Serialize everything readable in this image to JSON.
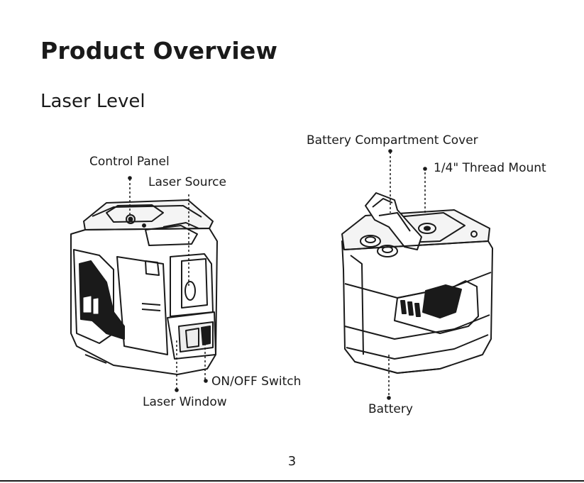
{
  "page": {
    "title": "Product Overview",
    "subtitle": "Laser Level",
    "page_number": "3"
  },
  "labels": {
    "control_panel": "Control Panel",
    "laser_source": "Laser Source",
    "on_off_switch": "ON/OFF Switch",
    "laser_window": "Laser Window",
    "battery_cover": "Battery Compartment Cover",
    "thread_mount": "1/4\" Thread Mount",
    "battery": "Battery"
  }
}
